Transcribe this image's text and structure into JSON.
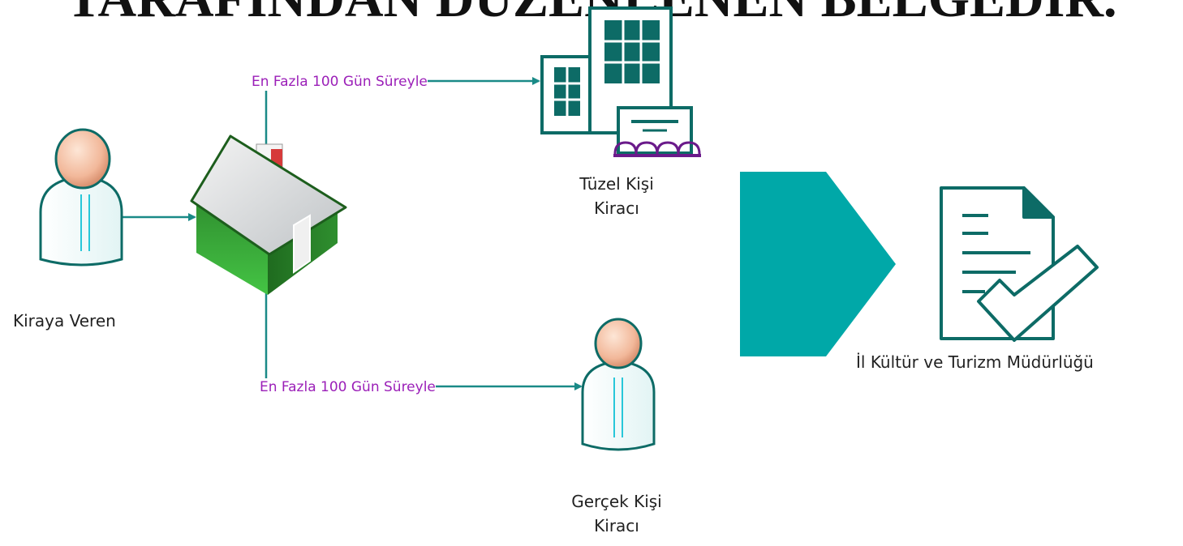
{
  "heading": "TARAFINDAN DÜZENLENEN BELGEDIR.",
  "nodes": {
    "landlord": {
      "label": "Kiraya Veren"
    },
    "corporate_tenant": {
      "label_line1": "Tüzel Kişi",
      "label_line2": "Kiracı"
    },
    "individual_tenant": {
      "label_line1": "Gerçek Kişi",
      "label_line2": "Kiracı"
    },
    "directorate": {
      "label": "İl Kültür ve Turizm Müdürlüğü"
    }
  },
  "edges": {
    "to_corporate": {
      "label": "En Fazla 100 Gün Süreyle"
    },
    "to_individual": {
      "label": "En Fazla 100 Gün Süreyle"
    }
  },
  "colors": {
    "edge_label": "#9b1fb8",
    "connector": "#1a8a87",
    "teal": "#00a8a8",
    "outline": "#0d6b66",
    "house_green": "#3a9a3a",
    "purple": "#6a1a8a"
  }
}
